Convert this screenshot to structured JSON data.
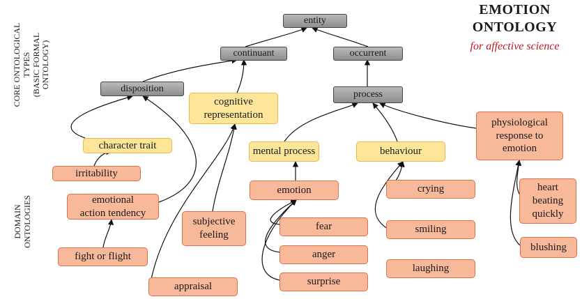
{
  "title": "EMOTION\nONTOLOGY",
  "subtitle": "for affective science",
  "side_labels": {
    "core": "CORE ONTOLOGICAL TYPES\n(BASIC FORMAL ONTOLOGY)",
    "domain": "DOMAIN\nONTOLOGIES"
  },
  "nodes": {
    "entity": "entity",
    "continuant": "continuant",
    "occurrent": "occurrent",
    "disposition": "disposition",
    "process": "process",
    "cognitive_representation": "cognitive\nrepresentation",
    "character_trait": "character trait",
    "mental_process": "mental process",
    "behaviour": "behaviour",
    "physiological_response": "physiological\nresponse to\nemotion",
    "irritability": "irritability",
    "emotional_action_tendency": "emotional\naction tendency",
    "fight_or_flight": "fight or flight",
    "subjective_feeling": "subjective\nfeeling",
    "appraisal": "appraisal",
    "emotion": "emotion",
    "fear": "fear",
    "anger": "anger",
    "surprise": "surprise",
    "crying": "crying",
    "smiling": "smiling",
    "laughing": "laughing",
    "heart_beating_quickly": "heart\nbeating\nquickly",
    "blushing": "blushing"
  }
}
